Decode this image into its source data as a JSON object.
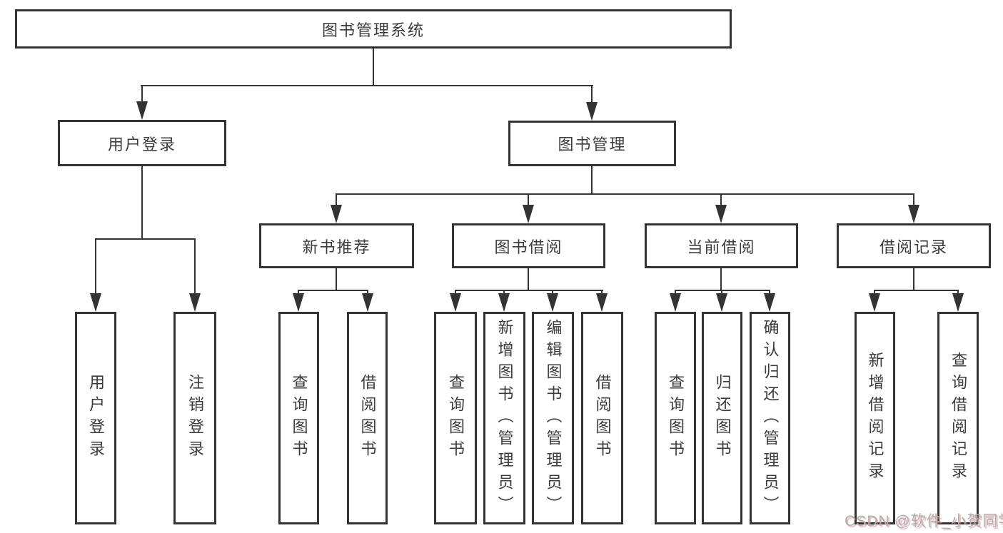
{
  "diagram": {
    "root": {
      "label": "图书管理系统"
    },
    "user_login": {
      "label": "用户登录",
      "leaves": [
        "用户登录",
        "注销登录"
      ]
    },
    "book_mgmt": {
      "label": "图书管理"
    },
    "new_book": {
      "label": "新书推荐",
      "leaves": [
        "查询图书",
        "借阅图书"
      ]
    },
    "borrow": {
      "label": "图书借阅",
      "leaves": [
        "查询图书",
        "新增图书（管理员）",
        "编辑图书（管理员）",
        "借阅图书"
      ]
    },
    "current": {
      "label": "当前借阅",
      "leaves": [
        "查询图书",
        "归还图书",
        "确认归还（管理员）"
      ]
    },
    "records": {
      "label": "借阅记录",
      "leaves": [
        "新增借阅记录",
        "查询借阅记录"
      ]
    }
  },
  "watermark": {
    "text": "CSDN @软件_小贺同学"
  },
  "colors": {
    "background": "#ffffff",
    "box_border": "#333333",
    "connector": "#333333",
    "text": "#3b3b3b",
    "watermark_text": "#b0b0b0",
    "watermark_shadow": "#dc8c8c"
  }
}
